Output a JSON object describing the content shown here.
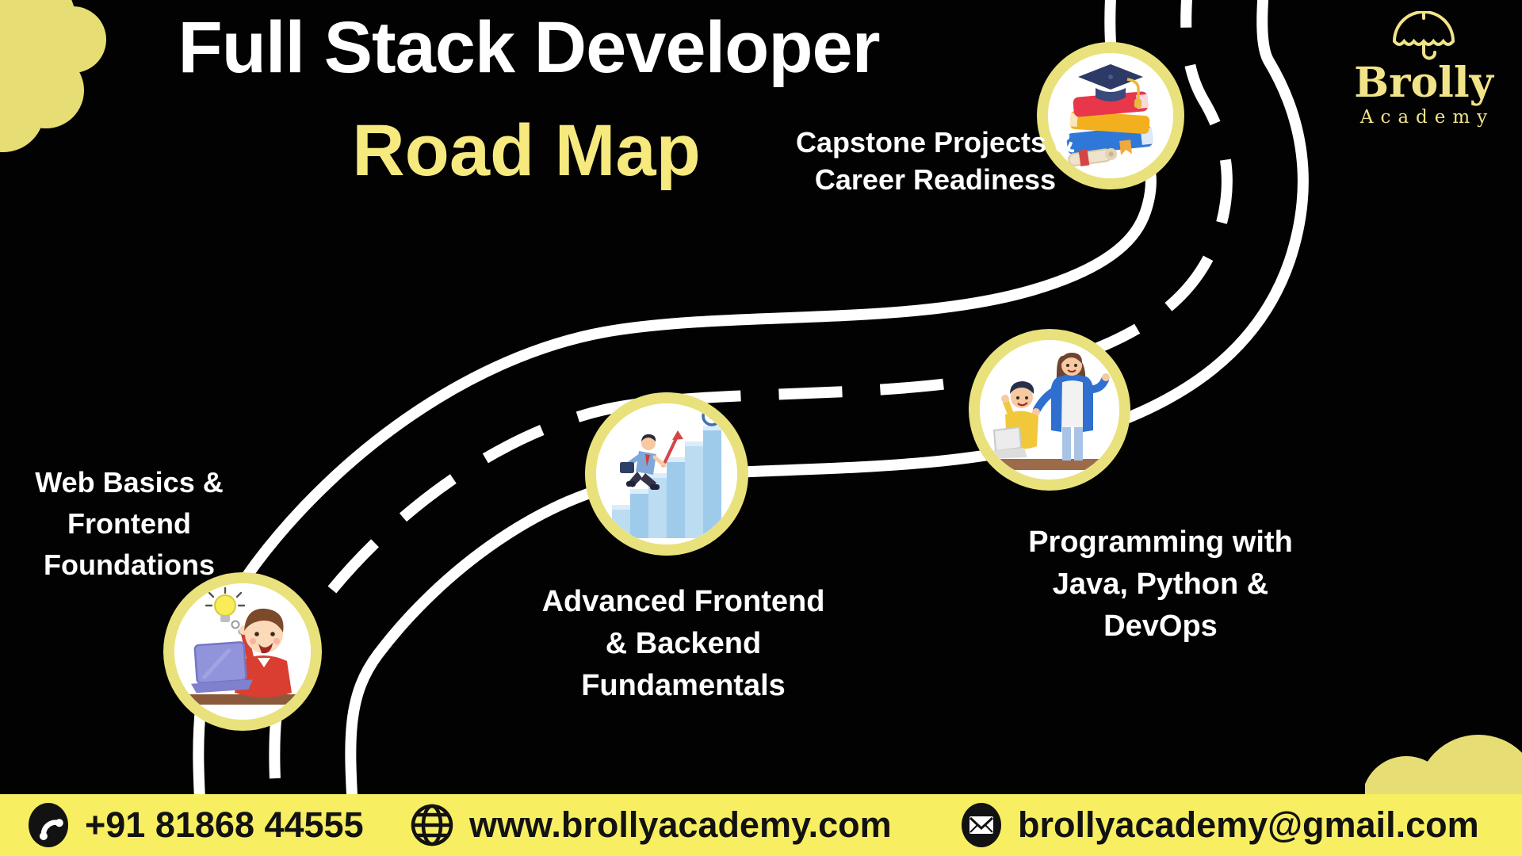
{
  "header": {
    "title": "Full Stack Developer",
    "subtitle": "Road Map"
  },
  "brand": {
    "name": "Brolly",
    "subname": "Academy",
    "icon": "umbrella-icon"
  },
  "milestones": [
    {
      "id": "web-basics",
      "lines": [
        "Web Basics &",
        "Frontend",
        "Foundations"
      ],
      "illustration": "kid-at-laptop-with-idea-bulb"
    },
    {
      "id": "advanced-frontend-backend",
      "lines": [
        "Advanced Frontend",
        "& Backend",
        "Fundamentals"
      ],
      "illustration": "businessman-climbing-stairs"
    },
    {
      "id": "programming-devops",
      "lines": [
        "Programming with",
        "Java, Python &",
        "DevOps"
      ],
      "illustration": "mentor-guiding-student-at-laptop"
    },
    {
      "id": "capstone",
      "lines": [
        "Capstone Projects &",
        "Career Readiness"
      ],
      "illustration": "graduation-cap-on-books"
    }
  ],
  "road": {
    "type": "winding-road",
    "surface": "black",
    "markings": "white-dashed-center-line-with-white-edges"
  },
  "footer": {
    "phone": "+91 81868 44555",
    "phone_icon": "phone-icon",
    "website": "www.brollyacademy.com",
    "website_icon": "globe-icon",
    "email": "brollyacademy@gmail.com",
    "email_icon": "email-icon"
  },
  "colors": {
    "background": "#020202",
    "footer_yellow": "#F7EF61",
    "blob_yellow": "#E6DE74",
    "circle_ring_yellow": "#E9E17C",
    "subtitle_yellow": "#F6E97E",
    "logo_yellow": "#F1E388",
    "text_white": "#FFFFFF",
    "text_black": "#121212",
    "road_marking_white": "#FFFFFF"
  }
}
